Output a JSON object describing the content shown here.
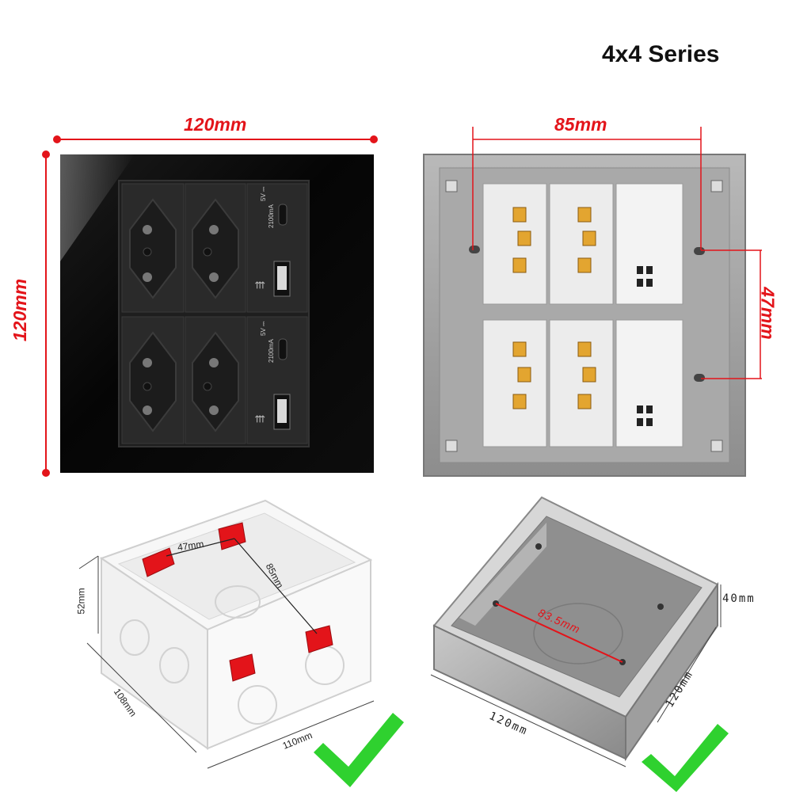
{
  "title": "4x4 Series",
  "front_panel": {
    "width_label": "120mm",
    "height_label": "120mm",
    "usb_module_label_1": "5V ⎓",
    "usb_module_label_2": "2100mA",
    "usb_module_label_3": "5V ⎓",
    "usb_module_label_4": "2100mA"
  },
  "back_panel": {
    "width_label": "85mm",
    "height_label": "47mm"
  },
  "plastic_box": {
    "top_label": "47mm",
    "diagonal_label": "85mm",
    "depth_label": "52mm",
    "side_label": "108mm",
    "bottom_label": "110mm"
  },
  "metal_box": {
    "center_label": "83.5mm",
    "depth_label": "40mm",
    "side_label": "120mm",
    "bottom_label": "120mm"
  },
  "colors": {
    "accent_red": "#e3141a",
    "check_green": "#2fd12f"
  }
}
